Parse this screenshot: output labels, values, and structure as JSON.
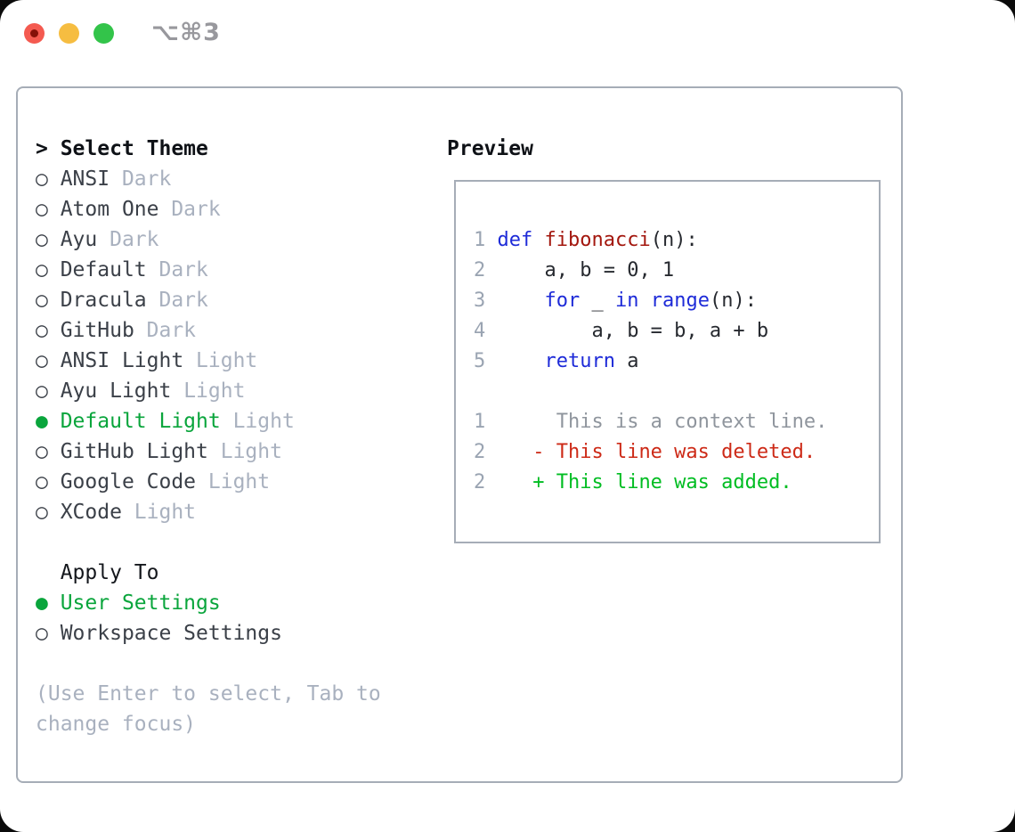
{
  "window": {
    "title": "⌥⌘3"
  },
  "colors": {
    "accent_green": "#0aa53c",
    "keyword_blue": "#1e2bd8",
    "function_red": "#a3170e",
    "diff_red": "#cd2a17",
    "diff_green": "#00bd22",
    "muted_gray": "#a9b1bf",
    "line_number_gray": "#9aa4b2",
    "border_gray": "#a6adb7",
    "traffic_red": "#f45a50",
    "traffic_yellow": "#f6bd41",
    "traffic_green": "#33c44a"
  },
  "theme_picker": {
    "header_prefix": ">",
    "header": "Select Theme",
    "items": [
      {
        "name": "ANSI",
        "variant": "Dark",
        "selected": false
      },
      {
        "name": "Atom One",
        "variant": "Dark",
        "selected": false
      },
      {
        "name": "Ayu",
        "variant": "Dark",
        "selected": false
      },
      {
        "name": "Default",
        "variant": "Dark",
        "selected": false
      },
      {
        "name": "Dracula",
        "variant": "Dark",
        "selected": false
      },
      {
        "name": "GitHub",
        "variant": "Dark",
        "selected": false
      },
      {
        "name": "ANSI Light",
        "variant": "Light",
        "selected": false
      },
      {
        "name": "Ayu Light",
        "variant": "Light",
        "selected": false
      },
      {
        "name": "Default Light",
        "variant": "Light",
        "selected": true
      },
      {
        "name": "GitHub Light",
        "variant": "Light",
        "selected": false
      },
      {
        "name": "Google Code",
        "variant": "Light",
        "selected": false
      },
      {
        "name": "XCode",
        "variant": "Light",
        "selected": false
      }
    ],
    "apply_header": "Apply To",
    "apply_options": [
      {
        "label": "User Settings",
        "selected": true
      },
      {
        "label": "Workspace Settings",
        "selected": false
      }
    ],
    "hint_lines": [
      "(Use Enter to select, Tab to",
      "change focus)"
    ]
  },
  "preview": {
    "header": "Preview",
    "code_lines": [
      {
        "num": "1",
        "segments": [
          {
            "text": "def",
            "style": "keyword"
          },
          {
            "text": " ",
            "style": "plain"
          },
          {
            "text": "fibonacci",
            "style": "function"
          },
          {
            "text": "(n):",
            "style": "plain"
          }
        ]
      },
      {
        "num": "2",
        "segments": [
          {
            "text": "    a, b = 0, 1",
            "style": "plain"
          }
        ]
      },
      {
        "num": "3",
        "segments": [
          {
            "text": "    ",
            "style": "plain"
          },
          {
            "text": "for",
            "style": "keyword"
          },
          {
            "text": " _ ",
            "style": "plain"
          },
          {
            "text": "in",
            "style": "keyword"
          },
          {
            "text": " ",
            "style": "plain"
          },
          {
            "text": "range",
            "style": "keyword"
          },
          {
            "text": "(n):",
            "style": "plain"
          }
        ]
      },
      {
        "num": "4",
        "segments": [
          {
            "text": "        a, b = b, a + b",
            "style": "plain"
          }
        ]
      },
      {
        "num": "5",
        "segments": [
          {
            "text": "    ",
            "style": "plain"
          },
          {
            "text": "return",
            "style": "keyword"
          },
          {
            "text": " a",
            "style": "plain"
          }
        ]
      }
    ],
    "diff_lines": [
      {
        "num": "1",
        "style": "context",
        "text": "     This is a context line."
      },
      {
        "num": "2",
        "style": "deleted",
        "text": "   - This line was deleted."
      },
      {
        "num": "2",
        "style": "added",
        "text": "   + This line was added."
      }
    ]
  }
}
